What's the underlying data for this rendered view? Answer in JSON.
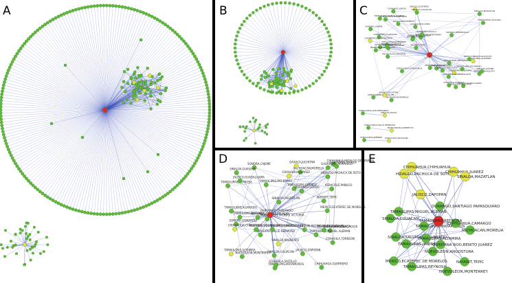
{
  "panels": [
    {
      "id": "A",
      "label": "A"
    },
    {
      "id": "B",
      "label": "B"
    },
    {
      "id": "C",
      "label": "C"
    },
    {
      "id": "D",
      "label": "D"
    },
    {
      "id": "E",
      "label": "E"
    }
  ],
  "colors": {
    "background": "#ffffff",
    "edge": "#3a4fb8",
    "node_green": "#5fba3c",
    "node_yellow": "#e9e046",
    "node_red": "#e02626",
    "divider": "#000000"
  },
  "panel_c": {
    "labels": [
      "DURANGO,DURANGO",
      "GUERRERO,ACAPULCO",
      "TAMAULIPAS,REYNOSA",
      "MEXICO,ECATEPEC",
      "NAYARIT,TEPIC",
      "JALISCO,GUADALAJARA",
      "MORELOS,CUERNAVACA",
      "CHIHUAHUA,JUAREZ",
      "TAMAULIPAS,MATAMOROS",
      "SINALOA,CULIACAN",
      "CHIHUAHUA,CHIHUAHUA",
      "MICHOACAN,MORELIA",
      "TAMAULIPAS,ALTAMIRA",
      "COAHUILA,TORREON",
      "SONORA,HERMOSILLO",
      "NUEVOLEON,MONTERREY",
      "GUANAJUATO,LEON",
      "SONORA,CAJEME",
      "HIDALGO,PACHUCA",
      "NUEVOLEON,GUADALUPE",
      "TAMAULIPAS,NUEVO LAREDO",
      "CHIHUAHUA,DELICIAS",
      "NUEVOLEON,APODACA",
      "SINALOA,MAZATLAN",
      "TAMAULIPAS,PANUCO",
      "JALISCO,ZAPOPAN",
      "DURANGO,LERDO",
      "MICHOACAN,URUAPAN",
      "TAMAULIPAS,VICTORIA",
      "VERACRUZ,PANUCO",
      "OAXACA,JUCHITAN",
      "DURANGO,GOMEZPALACIO",
      "SINALOA,NAVOLATO",
      "CHIHUAHUA,GUERRERO",
      "GUERRERO,IGUALA",
      "SINALOA,GUASAVE",
      "TAMAULIPAS,RIO BRAVO",
      "COAHUILA,SALTILLO",
      "MEXICO,NEZAHUALCOYOTL",
      "GUERRERO,CHILPANCINGO",
      "SINALOA,AHOME",
      "NUEVOLEON,JUAREZ"
    ],
    "isolated": [
      "TAMAULIPAS,SAN FERNANDO",
      "SINALOA,ELOTA",
      "TAMAULIPAS,VALLE HERMOSO",
      "NUEVOLEON,CADEREYTA",
      "TAMAULIPAS,JIMENEZ",
      "CHIHUAHUA,BOCOYNA"
    ]
  },
  "panel_d": {
    "hub": "DURANGO,DURANGO",
    "labels": [
      "TAMAULIPAS,REYNOSA",
      "TAMAULIPAS,ALVARADO",
      "SAN LUIS POTOSI,CIUDAD VALLES",
      "SINALOA,CULIACAN",
      "TAMAULIPAS,ALTAMIRA",
      "MEXICO,ECATEPEC DE MORELOS",
      "TAMAULIPAS,RIO BRAVO",
      "MICHOACAN,MORELIA",
      "TAMAULIPAS,VALLE HERMOSO",
      "SONORA,GONZALEZ",
      "CHIHUAHUA,HIDALGO DEL PARRAL",
      "VERACRUZ,PANUCO",
      "OAXACA,JUCHITAN",
      "CHIHUAHUA,GUACHOCHI",
      "NUEVOLEON,CADEREYTA JIMENEZ",
      "NUEVOLEON,SALINAS VICTORIA",
      "TAMAULIPAS,MATAMOROS",
      "CHIHUAHUA,GUERRERO",
      "GUERRERO,ACAPULCO",
      "DURANGO,GOMEZ PALACIO",
      "CHIHUAHUA,JUAREZ",
      "TAMAULIPAS,JIMENEZ",
      "TAMAULIPAS,NUEVO LAREDO",
      "NAYARIT,TEPIC",
      "JALISCO,GUADALAJARA",
      "SONORA,CAJEME",
      "COAHUILA,TORREON",
      "JALISCO,ZAPOPAN",
      "CHIHUAHUA,CHIHUAHUA",
      "HIDALGO,PACHUCA DE SOTO",
      "SINALOA,MAZATLAN",
      "TAMAULIPAS,MIGUEL ALEMAN",
      "GUERRERO,IGUALA",
      "NUEVOLEON,MONTERREY",
      "MORELOS,CUERNAVACA",
      "TAMAULIPAS,VICTORIA",
      "SINALOA,NAVOLATO",
      "DURANGO,LERDO",
      "SINALOA,GUASAVE",
      "COAHUILA,SALTILLO"
    ]
  },
  "panel_e": {
    "hub": "TAMAULIPAS,REYNOSA",
    "nodes": [
      "CHIHUAHUA,CHIHUAHUA",
      "HIDALGO,PACHUCA DE SOTO",
      "CHIHUAHUA,JUAREZ",
      "SINALOA,MAZATLAN",
      "JALISCO,ZAPOPAN",
      "SINALOA,CULIACAN",
      "DURANGO,SANTIAGO PAPASQUIARO",
      "TAMAULIPAS,MIGUEL ALEMAN",
      "TAMAULIPAS,MATAMOROS",
      "CHIHUAHUA,CAMARGO",
      "SINALOA,SALVADOR ALVARADO",
      "MICHOACAN,MORELIA",
      "TAMAULIPAS,JIMENEZ",
      "TAMAULIPAS,ALTAMIRA",
      "QUINTANA ROO,BENITO JUAREZ",
      "NUEVOLEON,ANGOSTURA",
      "MEXICO,ECATEPEC DE MORELOS",
      "NAYARIT,TEPIC",
      "TAMAULIPAS,REYNOSA",
      "NUEVOLEON,MONTERREY"
    ]
  }
}
